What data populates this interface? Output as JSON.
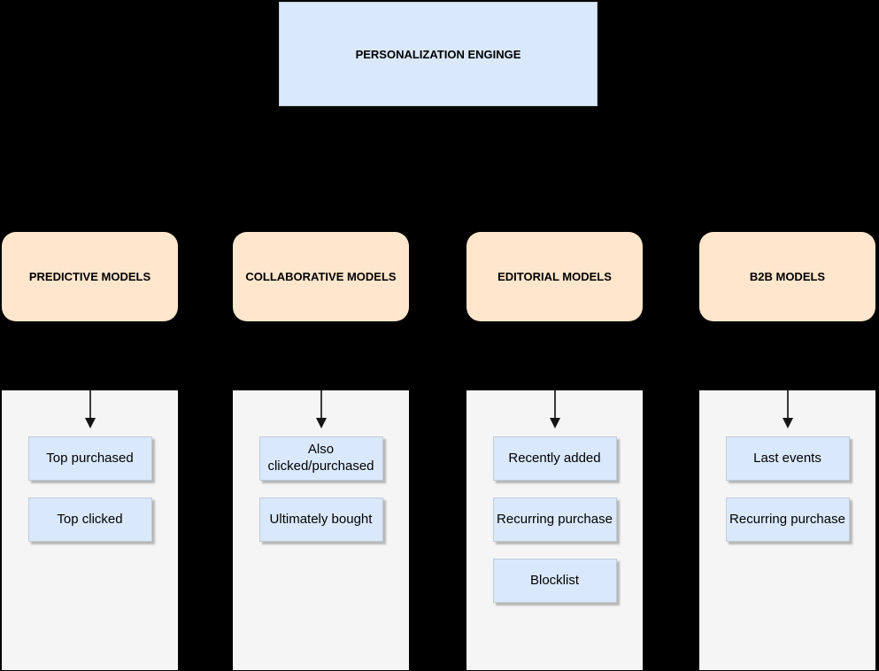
{
  "theme": {
    "background": "#000000",
    "blue_fill": "#dae8fc",
    "blue_border": "#c0cbd8",
    "peach_fill": "#ffe6cc",
    "panel_fill": "#f5f5f5",
    "shadow": "#b5b5b5",
    "arrow_color": "#3b3b3b",
    "arrow_head_color": "#141414",
    "text": "#000000"
  },
  "diagram": {
    "title": "PERSONALIZATION ENGINGE",
    "columns": [
      {
        "header": "PREDICTIVE MODELS",
        "items": [
          "Top purchased",
          "Top clicked"
        ]
      },
      {
        "header": "COLLABORATIVE MODELS",
        "items": [
          "Also clicked/purchased",
          "Ultimately bought"
        ]
      },
      {
        "header": "EDITORIAL MODELS",
        "items": [
          "Recently added",
          "Recurring purchase",
          "Blocklist"
        ]
      },
      {
        "header": "B2B MODELS",
        "items": [
          "Last events",
          "Recurring purchase"
        ]
      }
    ]
  }
}
